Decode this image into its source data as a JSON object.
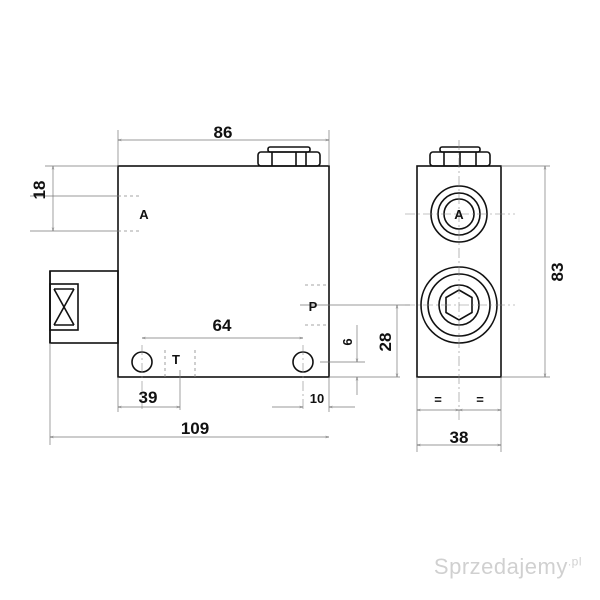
{
  "front_view": {
    "dimensions": {
      "width_86": "86",
      "height_18": "18",
      "inner_64": "64",
      "port_39": "39",
      "port_10": "10",
      "total_109": "109",
      "height_6": "6",
      "height_28": "28"
    },
    "ports": {
      "a": "A",
      "p": "P",
      "t": "T"
    }
  },
  "side_view": {
    "dimensions": {
      "height_83": "83",
      "width_38": "38"
    },
    "port_a": "A",
    "equal_left": "=",
    "equal_right": "="
  },
  "watermark": {
    "text": "Sprzedajemy",
    "suffix": ".pl"
  }
}
